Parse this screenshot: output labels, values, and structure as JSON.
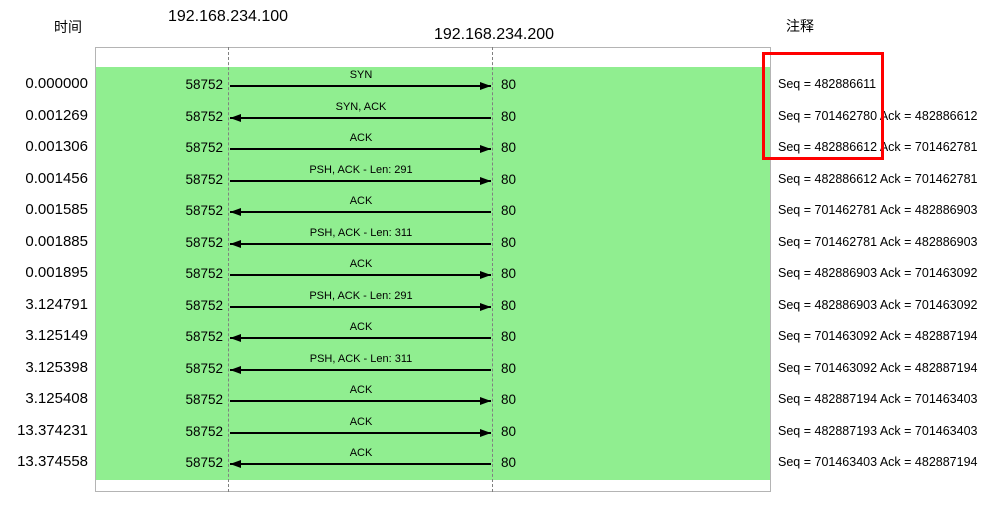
{
  "header": {
    "time_label": "时间",
    "node_left": "192.168.234.100",
    "node_right": "192.168.234.200",
    "comment_label": "注释"
  },
  "flow": {
    "src_port": "58752",
    "dst_port": "80"
  },
  "colors": {
    "flow_background": "#90EE90",
    "highlight_border": "#FF0000",
    "arrow": "#000000",
    "lifeline": "#808080",
    "frame_border": "#B4B4B4"
  },
  "rows": [
    {
      "time": "0.000000",
      "src_port": "58752",
      "dst_port": "80",
      "label": "SYN",
      "direction": "right",
      "comment": "Seq = 482886611"
    },
    {
      "time": "0.001269",
      "src_port": "58752",
      "dst_port": "80",
      "label": "SYN, ACK",
      "direction": "left",
      "comment": "Seq = 701462780 Ack = 482886612"
    },
    {
      "time": "0.001306",
      "src_port": "58752",
      "dst_port": "80",
      "label": "ACK",
      "direction": "right",
      "comment": "Seq = 482886612 Ack = 701462781"
    },
    {
      "time": "0.001456",
      "src_port": "58752",
      "dst_port": "80",
      "label": "PSH, ACK - Len: 291",
      "direction": "right",
      "comment": "Seq = 482886612 Ack = 701462781"
    },
    {
      "time": "0.001585",
      "src_port": "58752",
      "dst_port": "80",
      "label": "ACK",
      "direction": "left",
      "comment": "Seq = 701462781 Ack = 482886903"
    },
    {
      "time": "0.001885",
      "src_port": "58752",
      "dst_port": "80",
      "label": "PSH, ACK - Len: 311",
      "direction": "left",
      "comment": "Seq = 701462781 Ack = 482886903"
    },
    {
      "time": "0.001895",
      "src_port": "58752",
      "dst_port": "80",
      "label": "ACK",
      "direction": "right",
      "comment": "Seq = 482886903 Ack = 701463092"
    },
    {
      "time": "3.124791",
      "src_port": "58752",
      "dst_port": "80",
      "label": "PSH, ACK - Len: 291",
      "direction": "right",
      "comment": "Seq = 482886903 Ack = 701463092"
    },
    {
      "time": "3.125149",
      "src_port": "58752",
      "dst_port": "80",
      "label": "ACK",
      "direction": "left",
      "comment": "Seq = 701463092 Ack = 482887194"
    },
    {
      "time": "3.125398",
      "src_port": "58752",
      "dst_port": "80",
      "label": "PSH, ACK - Len: 311",
      "direction": "left",
      "comment": "Seq = 701463092 Ack = 482887194"
    },
    {
      "time": "3.125408",
      "src_port": "58752",
      "dst_port": "80",
      "label": "ACK",
      "direction": "right",
      "comment": "Seq = 482887194 Ack = 701463403"
    },
    {
      "time": "13.374231",
      "src_port": "58752",
      "dst_port": "80",
      "label": "ACK",
      "direction": "right",
      "comment": "Seq = 482887193 Ack = 701463403"
    },
    {
      "time": "13.374558",
      "src_port": "58752",
      "dst_port": "80",
      "label": "ACK",
      "direction": "left",
      "comment": "Seq = 701463403 Ack = 482887194"
    }
  ]
}
